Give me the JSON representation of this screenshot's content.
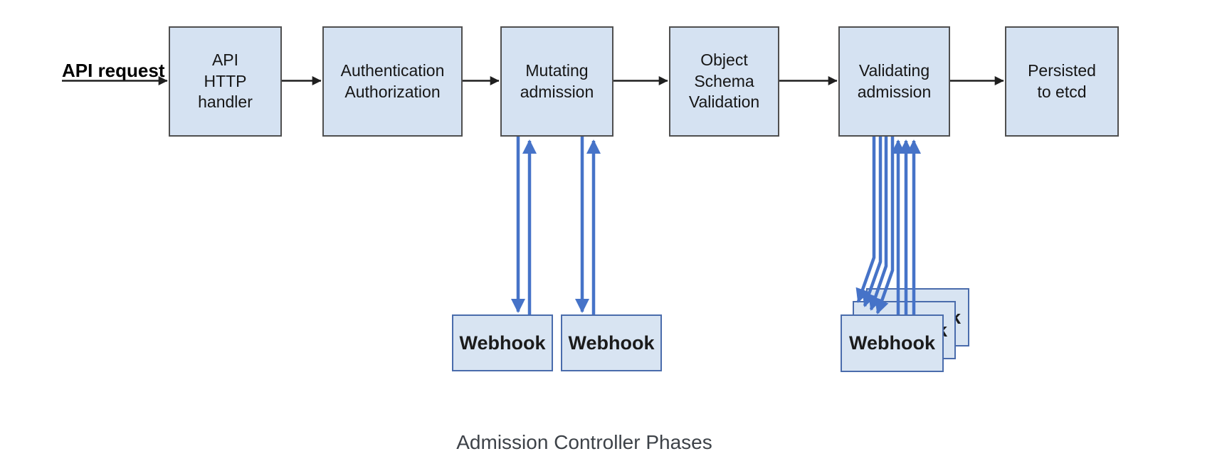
{
  "diagram": {
    "caption": "Admission Controller Phases",
    "input_label": "API request",
    "phases": [
      {
        "label": "API\nHTTP\nhandler"
      },
      {
        "label": "Authentication\nAuthorization"
      },
      {
        "label": "Mutating\nadmission"
      },
      {
        "label": "Object\nSchema\nValidation"
      },
      {
        "label": "Validating\nadmission"
      },
      {
        "label": "Persisted\nto etcd"
      }
    ],
    "mutating_webhooks": [
      {
        "label": "Webhook"
      },
      {
        "label": "Webhook"
      }
    ],
    "validating_webhook_stack": [
      {
        "label": "Webhook"
      },
      {
        "label": "Webhook"
      },
      {
        "label": "Webhook"
      }
    ],
    "colors": {
      "box_fill": "#d5e2f2",
      "phase_border": "#4f4f4f",
      "webhook_border": "#4a6cac",
      "flow_arrow": "#1f1f1f",
      "webhook_arrow": "#4673c8",
      "caption_text": "#3d4248"
    }
  }
}
